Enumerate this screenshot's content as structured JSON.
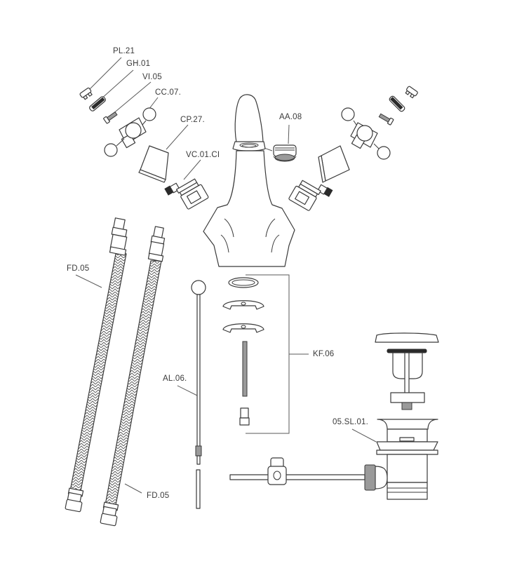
{
  "diagram": {
    "title": "Bidet mixer exploded parts view",
    "colors": {
      "line": "#3a3a3a",
      "background": "#ffffff",
      "leader": "#5a5a5a"
    },
    "labels": [
      {
        "id": "pl21",
        "text": "PL.21",
        "part": "handle cap"
      },
      {
        "id": "gh01",
        "text": "GH.01",
        "part": "grommet ring"
      },
      {
        "id": "vi05",
        "text": "VI.05",
        "part": "screw"
      },
      {
        "id": "cc07",
        "text": "CC.07.",
        "part": "cross handle"
      },
      {
        "id": "cp27",
        "text": "CP.27.",
        "part": "cartridge cover"
      },
      {
        "id": "vc01",
        "text": "VC.01.CI",
        "part": "ceramic cartridge"
      },
      {
        "id": "aa08",
        "text": "AA.08",
        "part": "aerator"
      },
      {
        "id": "fd05a",
        "text": "FD.05",
        "part": "flexible hose"
      },
      {
        "id": "fd05b",
        "text": "FD.05",
        "part": "flexible hose"
      },
      {
        "id": "al06",
        "text": "AL.06.",
        "part": "lift rod"
      },
      {
        "id": "kf06",
        "text": "KF.06",
        "part": "fixing kit"
      },
      {
        "id": "sl01",
        "text": "05.SL.01.",
        "part": "pop-up waste"
      }
    ]
  }
}
